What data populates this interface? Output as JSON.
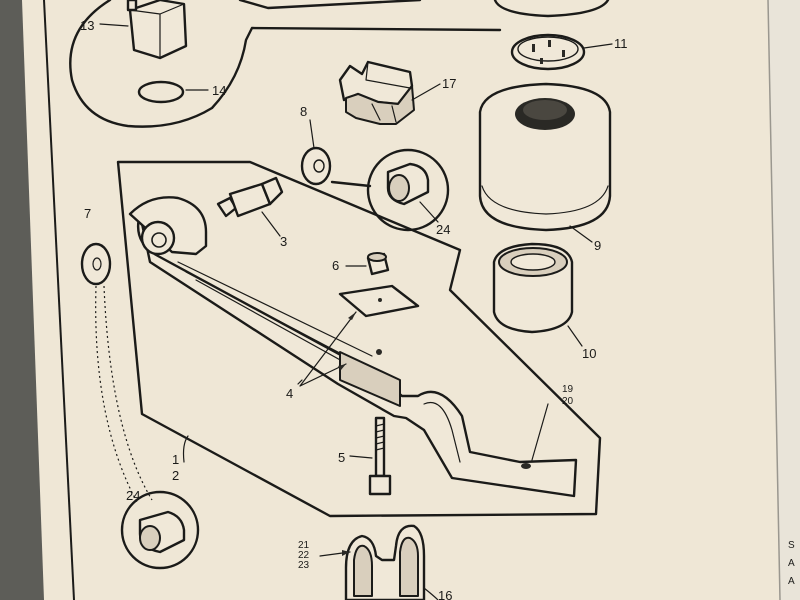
{
  "callouts": {
    "c13": "13",
    "c14": "14",
    "c11": "11",
    "c17": "17",
    "c8": "8",
    "c9": "9",
    "c24a": "24",
    "c3": "3",
    "c7": "7",
    "c6": "6",
    "c10": "10",
    "c4": "4",
    "c19": "19",
    "c20": "20",
    "c5": "5",
    "c1": "1",
    "c2": "2",
    "c24b": "24",
    "c21": "21",
    "c22": "22",
    "c23": "23",
    "c16": "16"
  },
  "colors": {
    "paper": "#efe7d6",
    "ink": "#1b1b19",
    "monitor_bezel": "#5d5d58"
  }
}
